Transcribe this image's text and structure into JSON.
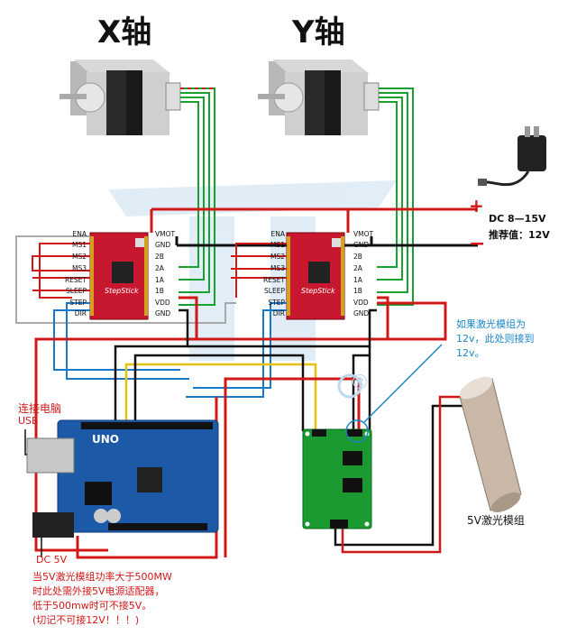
{
  "titles": {
    "x_motor": "X轴",
    "y_motor": "Y轴"
  },
  "driver_pins_left": [
    "ENA",
    "MS1",
    "MS2",
    "MS3",
    "RESET",
    "SLEEP",
    "STEP",
    "DIR"
  ],
  "driver_pins_right": [
    "VMOT",
    "GND",
    "2B",
    "2A",
    "1A",
    "1B",
    "VDD",
    "GND"
  ],
  "driver_board_text": "StepStick",
  "power": {
    "plus": "+",
    "minus": "−",
    "spec": "DC 8—15V",
    "recommend": "推荐值：12V"
  },
  "laser_note": [
    "如果激光模组为",
    "12v，此处则接到",
    "12v。"
  ],
  "pc_label": [
    "连接电脑",
    "USB"
  ],
  "arduino_label": "UNO",
  "dc5v_label": "DC 5V",
  "warning": [
    "当5V激光模组功率大于500MW",
    "时此处需外接5V电源适配器，",
    "低于500mw时可不接5V。",
    "(切记不可接12V！！！)"
  ],
  "laser_module_label": "5V激光模组",
  "registered_mark": "®",
  "colors": {
    "red_wire": "#d01818",
    "black_wire": "#111111",
    "blue_wire": "#1a78c8",
    "yellow_wire": "#e8c010",
    "green_wire": "#18a030",
    "note_blue": "#1a88c8",
    "driver_red": "#c81830",
    "arduino_blue": "#1c5aa8",
    "mosfet_green": "#1a9a30"
  }
}
